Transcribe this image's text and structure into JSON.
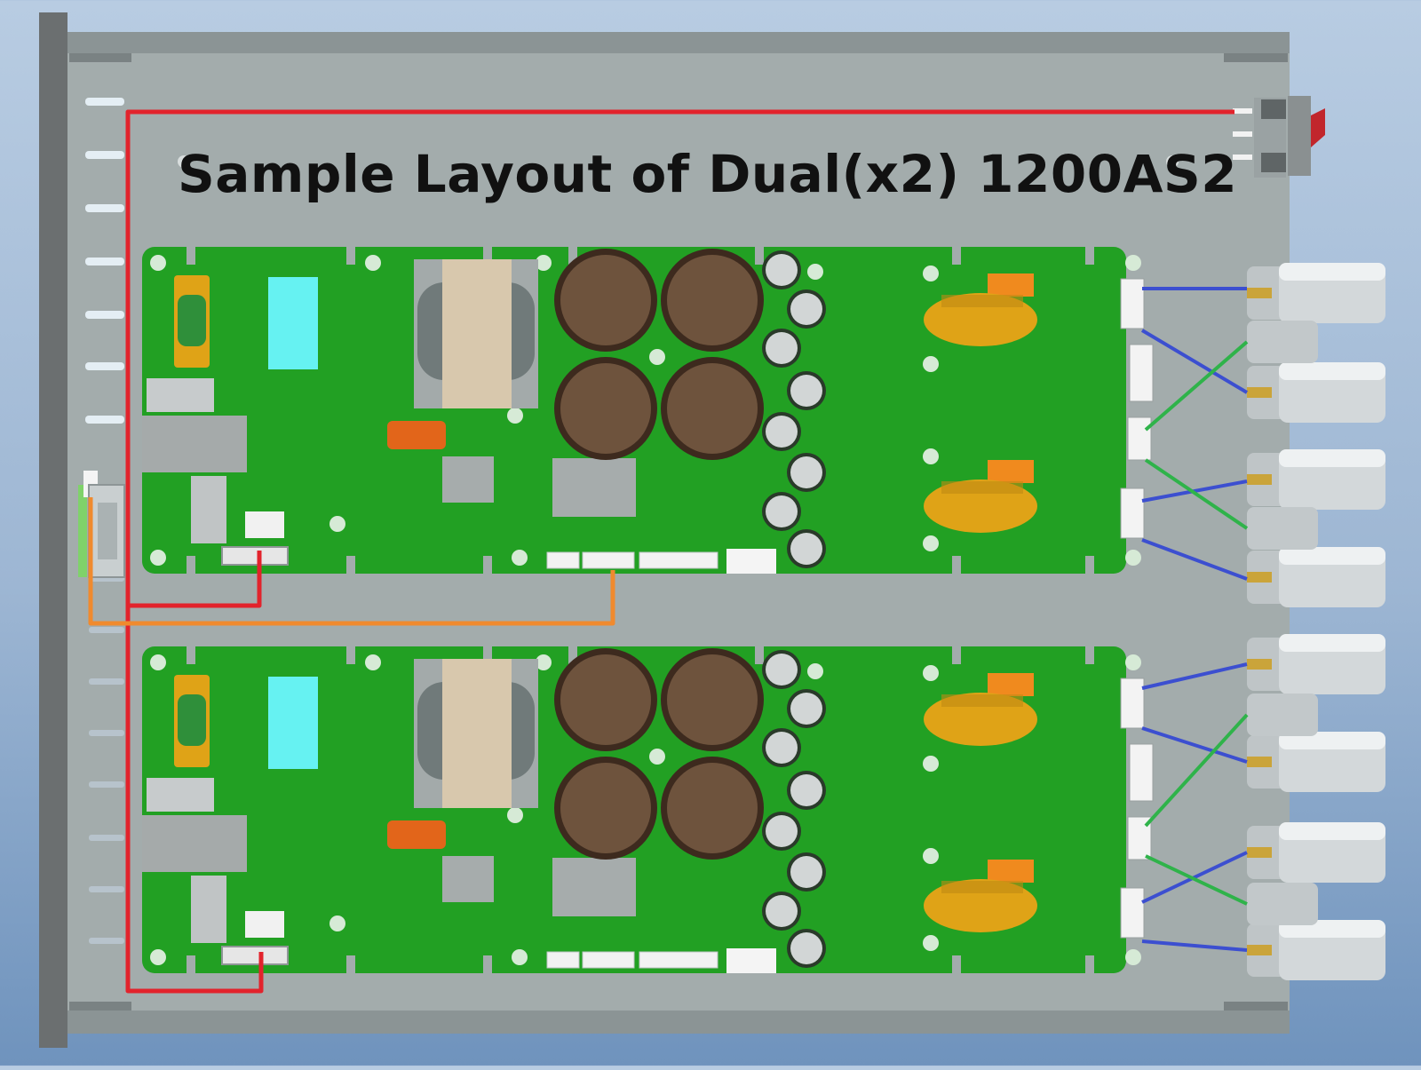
{
  "title": "Sample Layout of Dual(x2) 1200AS2",
  "boards": [
    {
      "id": "top"
    },
    {
      "id": "bottom"
    }
  ],
  "colors": {
    "chassis": "#a3acac",
    "front_panel": "#6b6f70",
    "pcb": "#22a023",
    "capacitor": "#6e533d",
    "toroid": "#dfa317",
    "wire_power": "#e2232c",
    "wire_signal": "#f08a2e",
    "wire_blue": "#3c4fd0",
    "wire_green": "#2fb34a"
  }
}
